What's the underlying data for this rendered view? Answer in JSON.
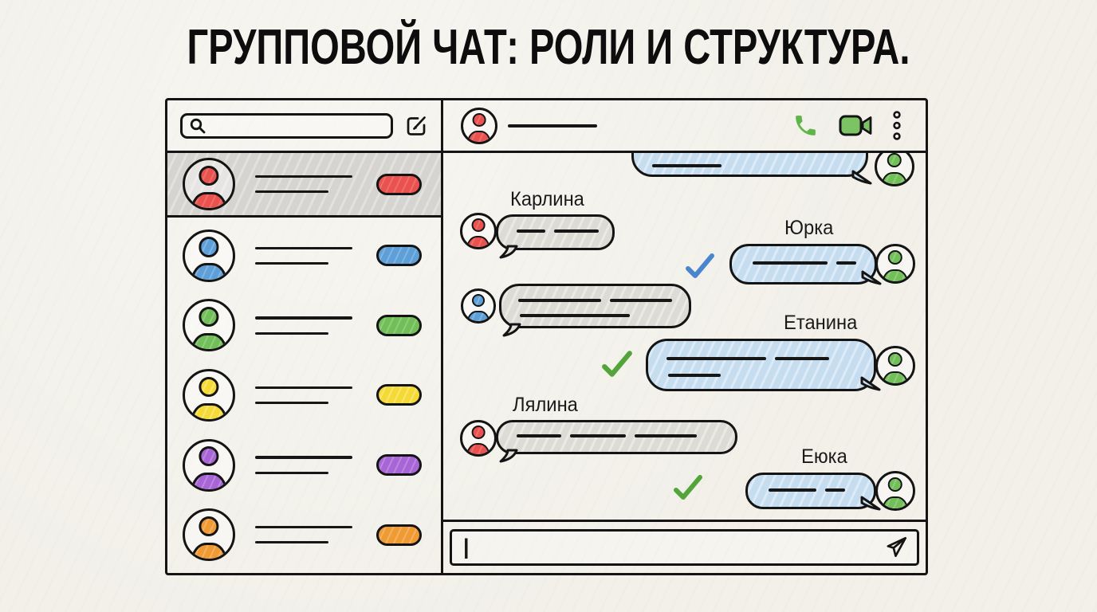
{
  "title": "ГРУППОВОЙ ЧАТ: РОЛИ И СТРУКТУРА.",
  "palette": {
    "ink": "#141414",
    "paper": "#f2f0e9",
    "red": "#e9524e",
    "blue": "#5f9fd8",
    "green": "#72bf5a",
    "yellow": "#f4d937",
    "purple": "#a765d5",
    "orange": "#f09a33",
    "bubble_blue": "#cce0f1",
    "bubble_gray": "#e0dfda",
    "selected_row": "#d9d7d3",
    "check_blue": "#4a86ce",
    "check_green": "#54a43c",
    "call_icons_green": "#5fb54a"
  },
  "sidebar": {
    "search": {
      "placeholder": "",
      "icon": "search-icon"
    },
    "compose_icon": "compose-icon",
    "items": [
      {
        "color": "red",
        "selected": true
      },
      {
        "color": "blue",
        "selected": false
      },
      {
        "color": "green",
        "selected": false
      },
      {
        "color": "yellow",
        "selected": false
      },
      {
        "color": "purple",
        "selected": false
      },
      {
        "color": "orange",
        "selected": false
      }
    ]
  },
  "chat": {
    "header": {
      "avatar_color": "red",
      "icons": [
        "phone-icon",
        "video-call-icon",
        "kebab-menu-icon"
      ]
    },
    "messages": [
      {
        "direction": "outgoing",
        "name": "",
        "sender_color": "green",
        "bubble": "blue",
        "lines": 1,
        "clipped_top": true
      },
      {
        "direction": "incoming",
        "name": "Карлина",
        "sender_color": "red",
        "bubble": "gray",
        "lines": 1
      },
      {
        "direction": "outgoing",
        "name": "Юрка",
        "sender_color": "green",
        "bubble": "blue",
        "lines": 1,
        "read_check": "blue"
      },
      {
        "direction": "incoming",
        "name": "",
        "sender_color": "blue",
        "bubble": "gray",
        "lines": 2
      },
      {
        "direction": "outgoing",
        "name": "Етанина",
        "sender_color": "green",
        "bubble": "blue",
        "lines": 2,
        "read_check": "green"
      },
      {
        "direction": "incoming",
        "name": "Лялина",
        "sender_color": "red",
        "bubble": "gray",
        "lines": 1
      },
      {
        "direction": "outgoing",
        "name": "Еюка",
        "sender_color": "green",
        "bubble": "blue",
        "lines": 1,
        "read_check": "green"
      }
    ],
    "input": {
      "value": "",
      "cursor": "|",
      "send_icon": "send-icon"
    }
  },
  "icons": {
    "check": "✓"
  }
}
